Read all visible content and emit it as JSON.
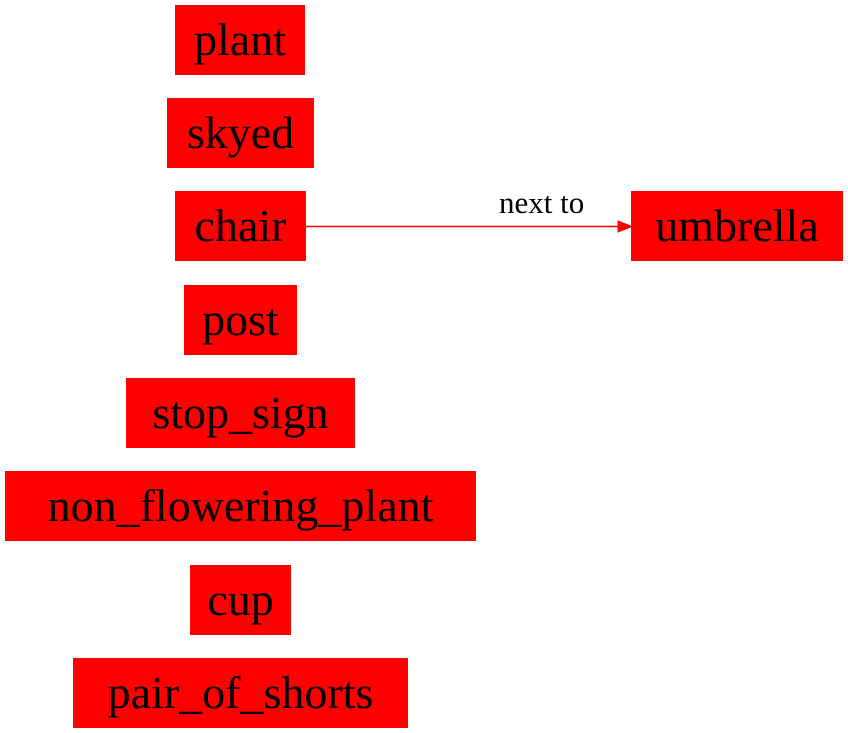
{
  "colors": {
    "node_fill": "#ff0000",
    "edge_stroke": "#ff0000",
    "text": "#000000",
    "background": "#ffffff"
  },
  "nodes": {
    "plant": "plant",
    "skyed": "skyed",
    "chair": "chair",
    "post": "post",
    "stop_sign": "stop_sign",
    "non_flowering_plant": "non_flowering_plant",
    "cup": "cup",
    "pair_of_shorts": "pair_of_shorts",
    "umbrella": "umbrella"
  },
  "edges": [
    {
      "from": "chair",
      "to": "umbrella",
      "label": "next to"
    }
  ]
}
